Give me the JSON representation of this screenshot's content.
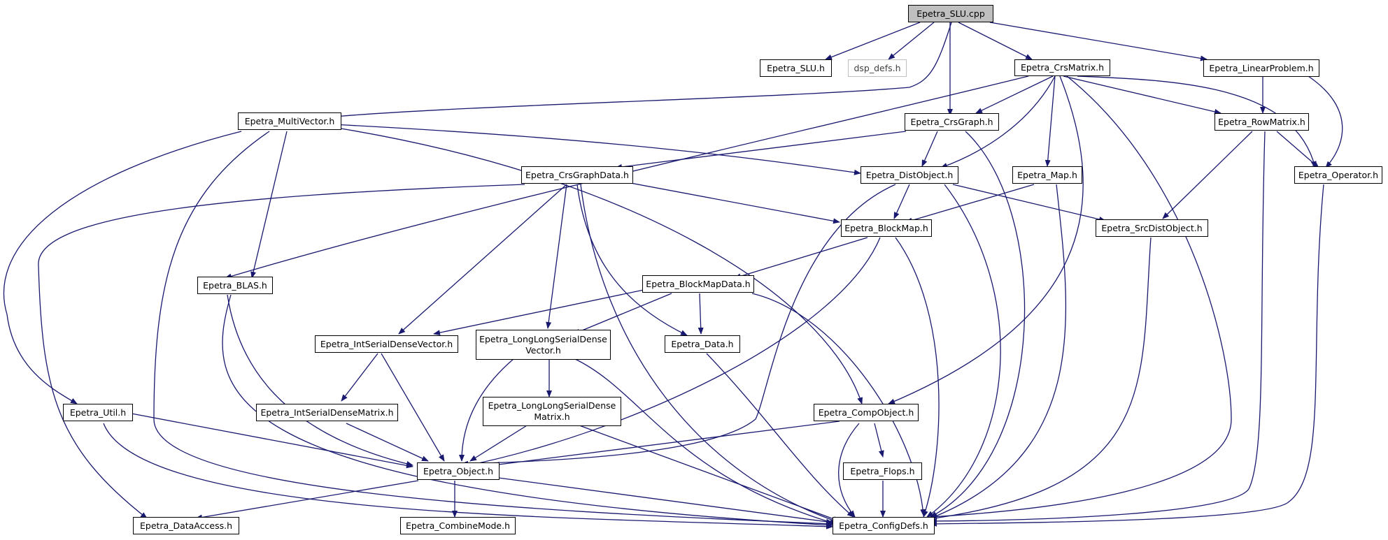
{
  "nodes": {
    "slu_cpp": "Epetra_SLU.cpp",
    "slu_h": "Epetra_SLU.h",
    "dsp_defs": "dsp_defs.h",
    "crsmatrix": "Epetra_CrsMatrix.h",
    "linearproblem": "Epetra_LinearProblem.h",
    "multivector": "Epetra_MultiVector.h",
    "crsgraph": "Epetra_CrsGraph.h",
    "rowmatrix": "Epetra_RowMatrix.h",
    "crsgraphdata": "Epetra_CrsGraphData.h",
    "distobject": "Epetra_DistObject.h",
    "map": "Epetra_Map.h",
    "operator": "Epetra_Operator.h",
    "blockmap": "Epetra_BlockMap.h",
    "srcdistobject": "Epetra_SrcDistObject.h",
    "blas": "Epetra_BLAS.h",
    "blockmapdata": "Epetra_BlockMapData.h",
    "intserialdensevector": "Epetra_IntSerialDenseVector.h",
    "llsdv_line1": "Epetra_LongLongSerialDense",
    "llsdv_line2": "Vector.h",
    "data": "Epetra_Data.h",
    "util": "Epetra_Util.h",
    "intserialdensematrix": "Epetra_IntSerialDenseMatrix.h",
    "llsdm_line1": "Epetra_LongLongSerialDense",
    "llsdm_line2": "Matrix.h",
    "compobject": "Epetra_CompObject.h",
    "flops": "Epetra_Flops.h",
    "object": "Epetra_Object.h",
    "dataaccess": "Epetra_DataAccess.h",
    "combinemode": "Epetra_CombineMode.h",
    "configdefs": "Epetra_ConfigDefs.h"
  },
  "colors": {
    "edge": "#191970",
    "root_fill": "#bfbfbf",
    "ghost_border": "#bfbfbf"
  }
}
